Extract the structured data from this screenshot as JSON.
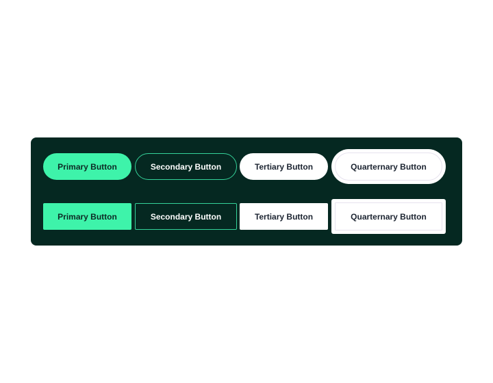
{
  "rows": [
    {
      "style": "rounded",
      "buttons": {
        "primary": "Primary Button",
        "secondary": "Secondary Button",
        "tertiary": "Tertiary Button",
        "quarternary": "Quarternary Button"
      }
    },
    {
      "style": "square",
      "buttons": {
        "primary": "Primary Button",
        "secondary": "Secondary Button",
        "tertiary": "Tertiary Button",
        "quarternary": "Quarternary Button"
      }
    }
  ],
  "colors": {
    "panel_background": "#052821",
    "primary_fill": "#3ef3aa",
    "secondary_border": "#35d39a",
    "tertiary_fill": "#ffffff",
    "text_dark": "#1c2431",
    "text_light": "#ffffff"
  }
}
